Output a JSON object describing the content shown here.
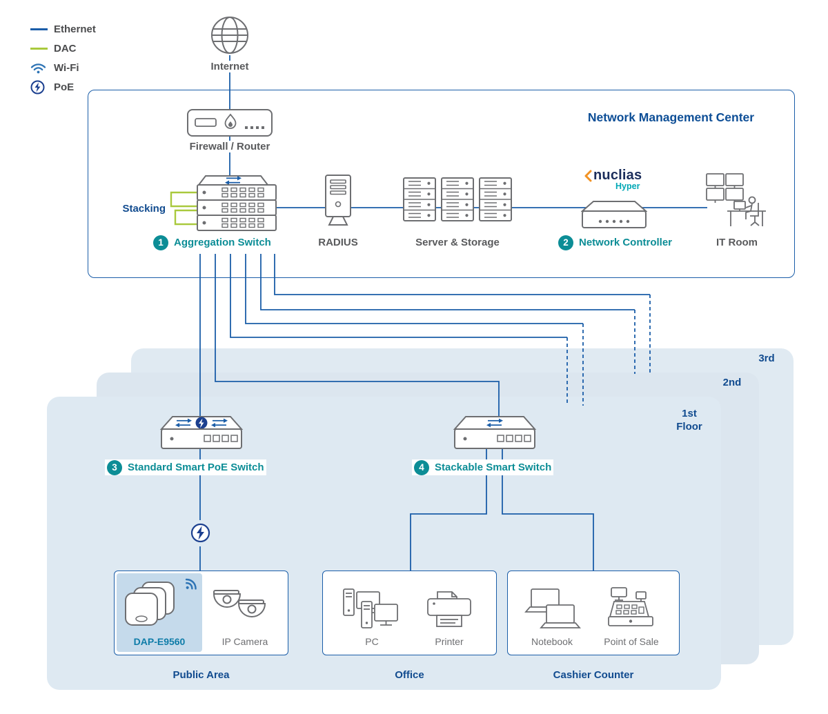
{
  "legend": {
    "ethernet_label": "Ethernet",
    "dac_label": "DAC",
    "wifi_label": "Wi-Fi",
    "poe_label": "PoE"
  },
  "internet_label": "Internet",
  "nmc": {
    "title": "Network Management Center",
    "firewall_label": "Firewall / Router",
    "stacking_label": "Stacking",
    "aggregation_switch": {
      "badge": "1",
      "label": "Aggregation Switch"
    },
    "radius_label": "RADIUS",
    "server_storage_label": "Server & Storage",
    "network_controller": {
      "badge": "2",
      "label": "Network Controller"
    },
    "it_room_label": "IT Room",
    "nuclias": {
      "brand": "nuclias",
      "edition": "Hyper"
    }
  },
  "floors": {
    "third": "3rd",
    "second": "2nd",
    "first_line1": "1st",
    "first_line2": "Floor"
  },
  "access_layer": {
    "poe_switch": {
      "badge": "3",
      "label": "Standard Smart PoE Switch"
    },
    "stackable_switch": {
      "badge": "4",
      "label": "Stackable Smart Switch"
    }
  },
  "areas": {
    "public": {
      "title": "Public Area",
      "access_point_label": "DAP-E9560",
      "camera_label": "IP Camera"
    },
    "office": {
      "title": "Office",
      "pc_label": "PC",
      "printer_label": "Printer"
    },
    "cashier": {
      "title": "Cashier Counter",
      "notebook_label": "Notebook",
      "pos_label": "Point of Sale"
    }
  },
  "colors": {
    "ethernet_blue": "#1A5DA8",
    "dac_green": "#A9C93D",
    "wifi_blue": "#2E74B5",
    "poe_navy": "#1B3F8F",
    "badge_teal": "#0C8D96",
    "heading_navy": "#114B8F",
    "icon_gray": "#6D6E71",
    "floor_fill": "#DEE8F1",
    "model_label_blue": "#0E7CA8",
    "nuclias_orange": "#F29223",
    "nuclias_navy": "#1B2D5B",
    "nuclias_teal": "#00A7B5"
  }
}
